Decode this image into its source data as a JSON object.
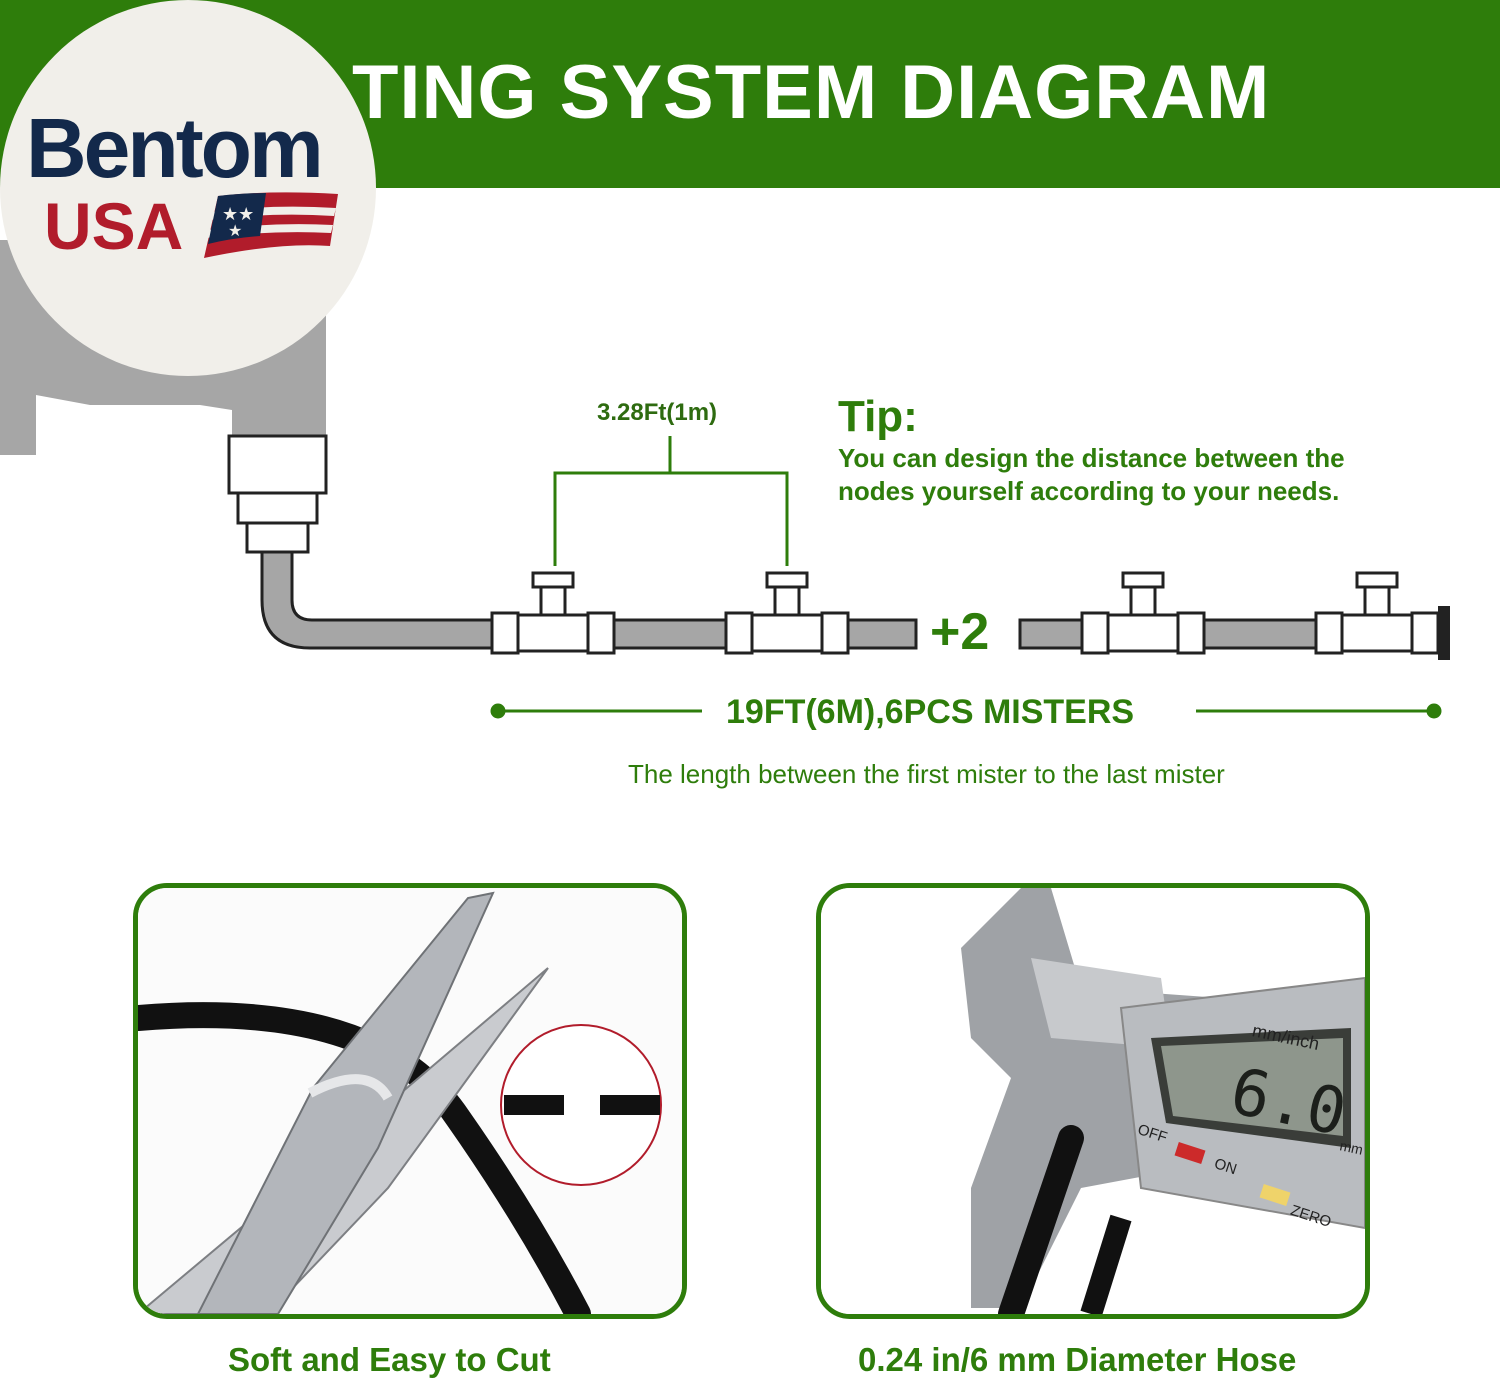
{
  "header": {
    "title": "TING SYSTEM DIAGRAM",
    "background_color": "#2e7d0b"
  },
  "logo": {
    "brand": "Bentom",
    "country": "USA"
  },
  "diagram": {
    "spacing_label": "3.28Ft(1m)",
    "plus_label": "+2",
    "tip": {
      "title": "Tip:",
      "line1": "You can design the distance between the",
      "line2": "nodes yourself according to your needs."
    },
    "length_label": "19FT(6M),6PCS MISTERS",
    "length_caption": "The length between the first mister to the last mister"
  },
  "photos": [
    {
      "caption": "Soft and Easy to Cut",
      "icon": "scissors-icon"
    },
    {
      "caption": "0.24 in/6 mm Diameter Hose",
      "icon": "caliper-icon",
      "display_value": "6.0",
      "caliper_labels": {
        "units": "mm/inch",
        "off": "OFF",
        "on": "ON",
        "zero": "ZERO",
        "unit": "mm"
      }
    }
  ],
  "colors": {
    "accent": "#2e7d0b",
    "brand_navy": "#13294b",
    "brand_red": "#b11c2b"
  }
}
